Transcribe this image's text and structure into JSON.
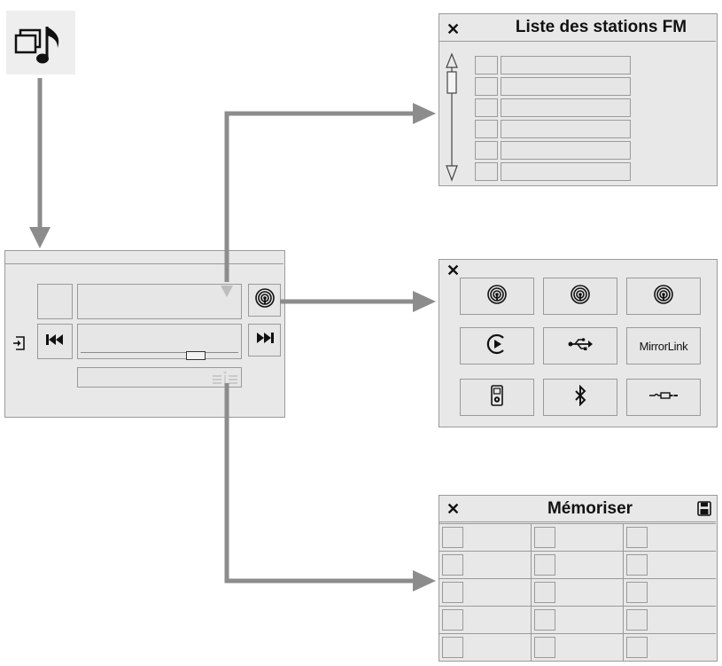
{
  "fm_list": {
    "title": "Liste des stations FM",
    "rows": 6
  },
  "sources": {
    "icons": [
      "radio-icon",
      "radio-icon",
      "radio-icon",
      "streaming-play-icon",
      "usb-icon",
      "mirrorlink-logo",
      "ipod-icon",
      "bluetooth-icon",
      "aux-jack-icon"
    ],
    "mirrorlink_label": "MirrorLink"
  },
  "memoriser": {
    "title": "Mémoriser",
    "rows": 5,
    "cols": 3
  },
  "colors": {
    "panel_bg": "#e8e8e8",
    "border": "#9a9a9a",
    "arrow": "#8c8c8c",
    "icon_bg": "#eeeeee"
  }
}
